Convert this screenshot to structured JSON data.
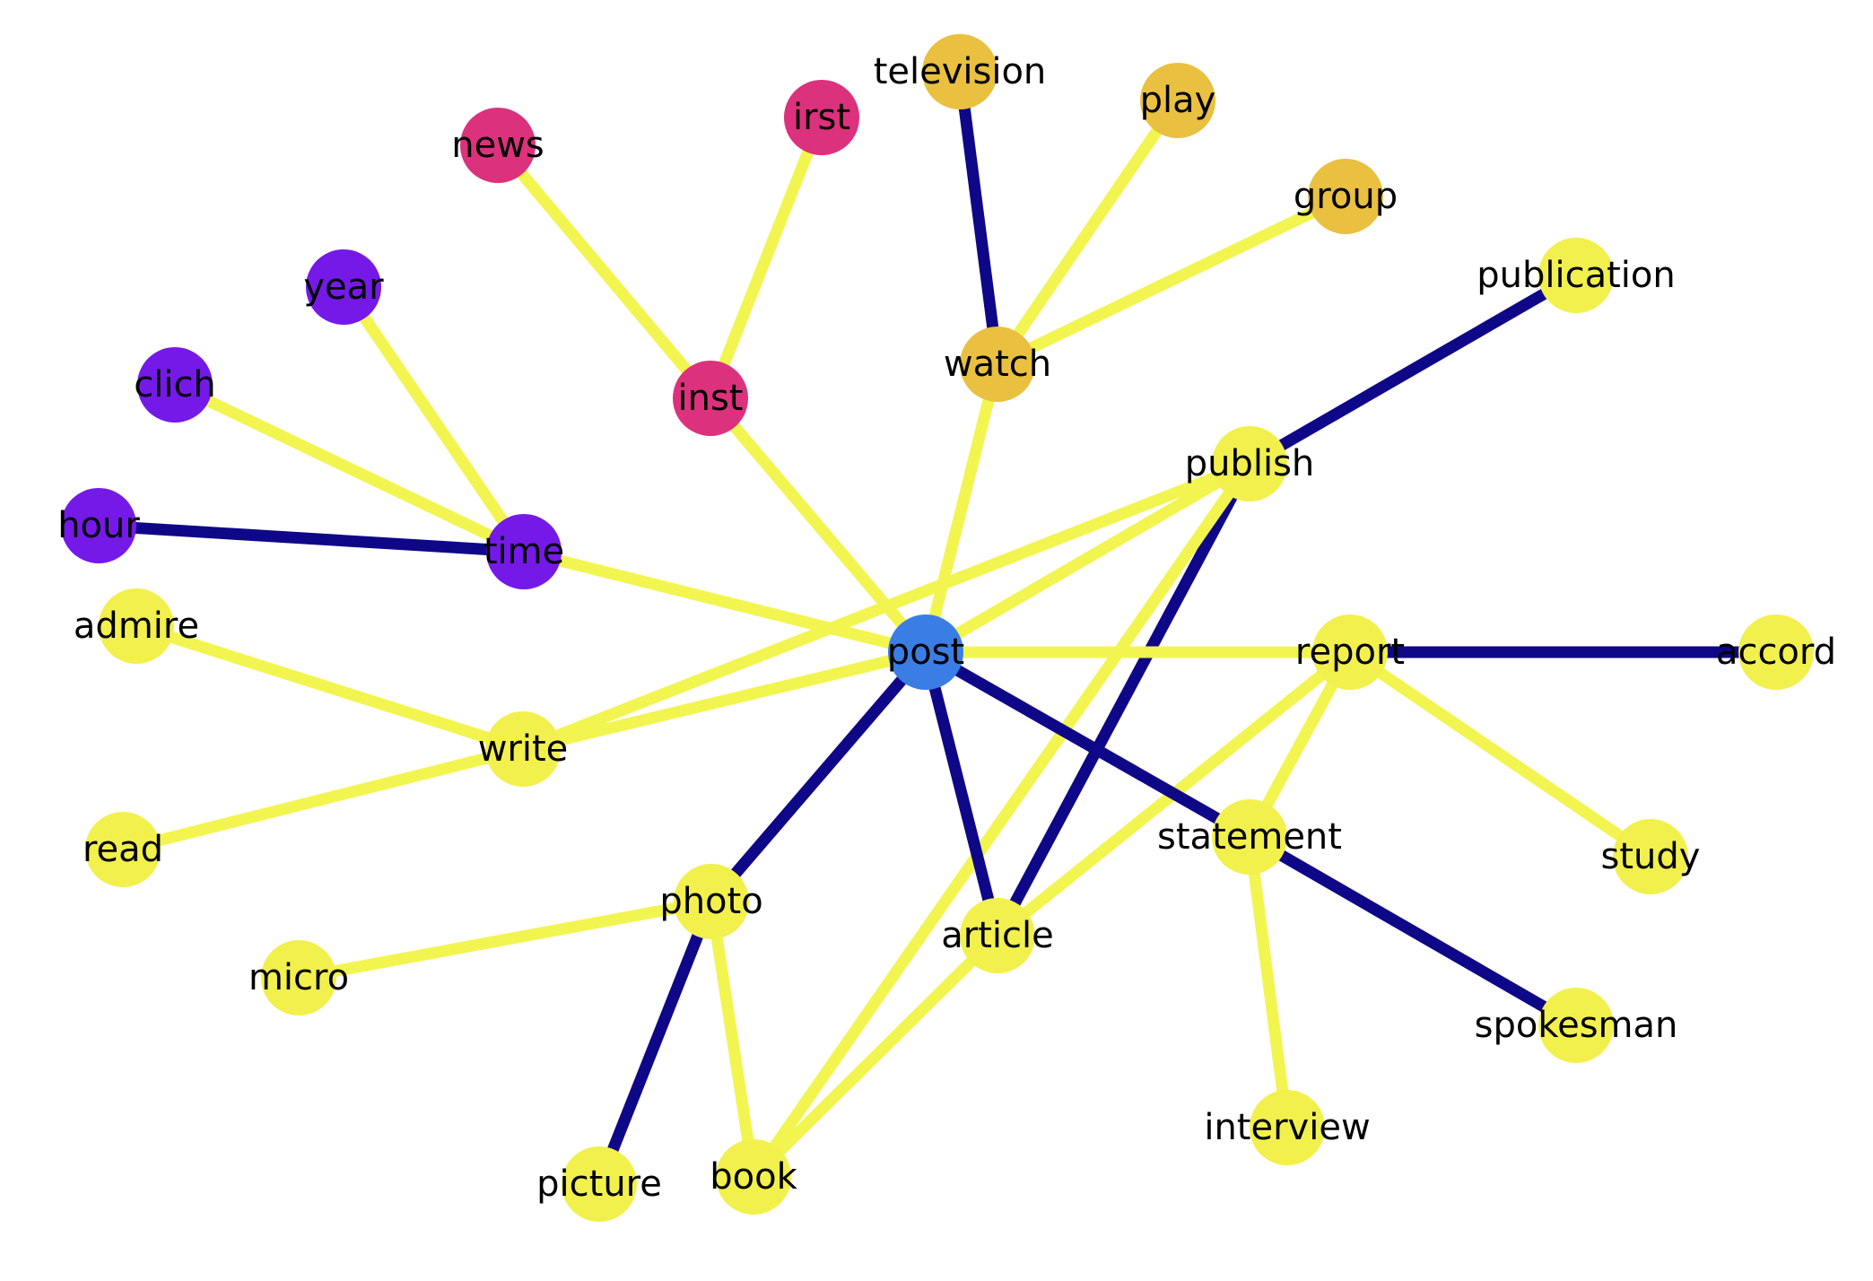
{
  "graph": {
    "colors": {
      "blue": "#3a7de4",
      "pink": "#dc317c",
      "purple": "#7519e8",
      "orange": "#e9c03f",
      "yellow": "#f2f04c",
      "edge_light": "#f2f550",
      "edge_dark": "#0e0787"
    },
    "nodes": [
      {
        "id": "post",
        "label": "post",
        "group": "blue"
      },
      {
        "id": "time",
        "label": "time",
        "group": "purple"
      },
      {
        "id": "year",
        "label": "year",
        "group": "purple"
      },
      {
        "id": "clich",
        "label": "clich",
        "group": "purple"
      },
      {
        "id": "hour",
        "label": "hour",
        "group": "purple"
      },
      {
        "id": "news",
        "label": "news",
        "group": "pink"
      },
      {
        "id": "irst",
        "label": "irst",
        "group": "pink"
      },
      {
        "id": "inst",
        "label": "inst",
        "group": "pink"
      },
      {
        "id": "television",
        "label": "television",
        "group": "orange"
      },
      {
        "id": "play",
        "label": "play",
        "group": "orange"
      },
      {
        "id": "group",
        "label": "group",
        "group": "orange"
      },
      {
        "id": "watch",
        "label": "watch",
        "group": "orange"
      },
      {
        "id": "publication",
        "label": "publication",
        "group": "yellow"
      },
      {
        "id": "publish",
        "label": "publish",
        "group": "yellow"
      },
      {
        "id": "admire",
        "label": "admire",
        "group": "yellow"
      },
      {
        "id": "write",
        "label": "write",
        "group": "yellow"
      },
      {
        "id": "read",
        "label": "read",
        "group": "yellow"
      },
      {
        "id": "report",
        "label": "report",
        "group": "yellow"
      },
      {
        "id": "accord",
        "label": "accord",
        "group": "yellow"
      },
      {
        "id": "statement",
        "label": "statement",
        "group": "yellow"
      },
      {
        "id": "study",
        "label": "study",
        "group": "yellow"
      },
      {
        "id": "photo",
        "label": "photo",
        "group": "yellow"
      },
      {
        "id": "micro",
        "label": "micro",
        "group": "yellow"
      },
      {
        "id": "article",
        "label": "article",
        "group": "yellow"
      },
      {
        "id": "spokesman",
        "label": "spokesman",
        "group": "yellow"
      },
      {
        "id": "interview",
        "label": "interview",
        "group": "yellow"
      },
      {
        "id": "picture",
        "label": "picture",
        "group": "yellow"
      },
      {
        "id": "book",
        "label": "book",
        "group": "yellow"
      }
    ],
    "edges": [
      {
        "source": "television",
        "target": "watch",
        "kind": "dark"
      },
      {
        "source": "play",
        "target": "watch",
        "kind": "light"
      },
      {
        "source": "group",
        "target": "watch",
        "kind": "light"
      },
      {
        "source": "watch",
        "target": "post",
        "kind": "light"
      },
      {
        "source": "news",
        "target": "inst",
        "kind": "light"
      },
      {
        "source": "irst",
        "target": "inst",
        "kind": "light"
      },
      {
        "source": "inst",
        "target": "post",
        "kind": "light"
      },
      {
        "source": "year",
        "target": "time",
        "kind": "light"
      },
      {
        "source": "clich",
        "target": "time",
        "kind": "light"
      },
      {
        "source": "hour",
        "target": "time",
        "kind": "dark"
      },
      {
        "source": "time",
        "target": "post",
        "kind": "light"
      },
      {
        "source": "publication",
        "target": "publish",
        "kind": "dark"
      },
      {
        "source": "publish",
        "target": "post",
        "kind": "light"
      },
      {
        "source": "publish",
        "target": "write",
        "kind": "light"
      },
      {
        "source": "publish",
        "target": "article",
        "kind": "dark"
      },
      {
        "source": "publish",
        "target": "book",
        "kind": "light"
      },
      {
        "source": "admire",
        "target": "write",
        "kind": "light"
      },
      {
        "source": "read",
        "target": "write",
        "kind": "light"
      },
      {
        "source": "write",
        "target": "post",
        "kind": "light"
      },
      {
        "source": "post",
        "target": "report",
        "kind": "light"
      },
      {
        "source": "report",
        "target": "accord",
        "kind": "dark"
      },
      {
        "source": "report",
        "target": "study",
        "kind": "light"
      },
      {
        "source": "report",
        "target": "statement",
        "kind": "light"
      },
      {
        "source": "report",
        "target": "article",
        "kind": "light"
      },
      {
        "source": "post",
        "target": "statement",
        "kind": "dark"
      },
      {
        "source": "statement",
        "target": "spokesman",
        "kind": "dark"
      },
      {
        "source": "statement",
        "target": "interview",
        "kind": "light"
      },
      {
        "source": "post",
        "target": "photo",
        "kind": "dark"
      },
      {
        "source": "post",
        "target": "article",
        "kind": "dark"
      },
      {
        "source": "photo",
        "target": "micro",
        "kind": "light"
      },
      {
        "source": "photo",
        "target": "picture",
        "kind": "dark"
      },
      {
        "source": "photo",
        "target": "book",
        "kind": "light"
      },
      {
        "source": "article",
        "target": "book",
        "kind": "light"
      }
    ]
  }
}
